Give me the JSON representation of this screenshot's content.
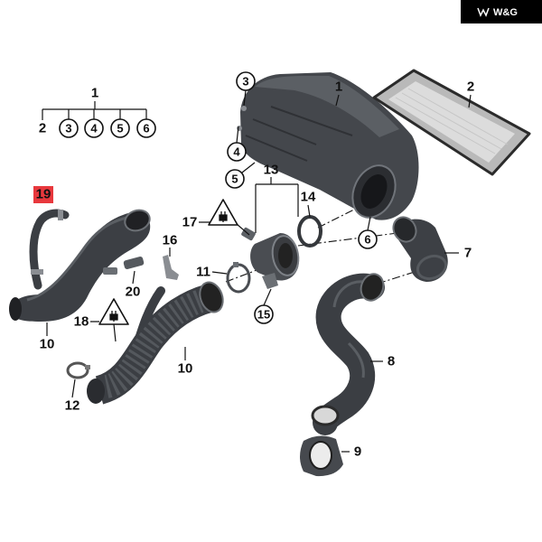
{
  "brand": {
    "logo_text": "W&G",
    "logo_bg": "#000000"
  },
  "tree": {
    "parent": "1",
    "children": [
      "2",
      "3",
      "4",
      "5",
      "6"
    ]
  },
  "callouts": {
    "c1": "1",
    "c2": "2",
    "c3": "3",
    "c4": "4",
    "c5": "5",
    "c6": "6",
    "c7": "7",
    "c8": "8",
    "c9": "9",
    "c10a": "10",
    "c10b": "10",
    "c11": "11",
    "c12": "12",
    "c13": "13",
    "c14": "14",
    "c15": "15",
    "c16": "16",
    "c17": "17",
    "c18": "18",
    "c19": "19",
    "c20": "20"
  },
  "colors": {
    "highlight": "#e8383d",
    "part_dark": "#3c3f44",
    "filter_frame": "#b9b9b9",
    "filter_media": "#dcdcdc"
  }
}
